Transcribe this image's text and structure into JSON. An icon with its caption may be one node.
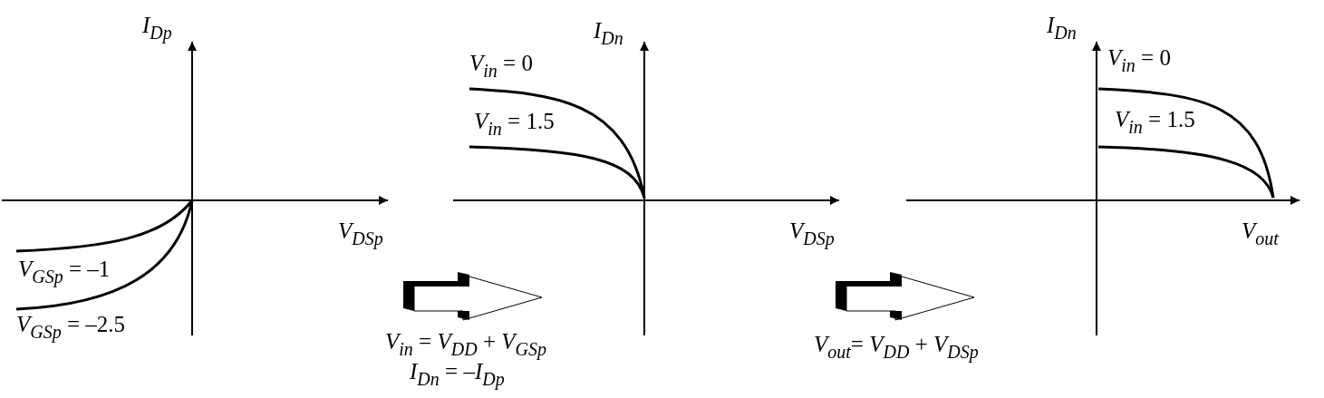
{
  "diagram": {
    "labels": [
      "*I*$_{Dp}$",
      "*V*$_{DSp}$",
      "*V*$_{GSp}$ = –1",
      "*V*$_{GSp}$ = –2.5",
      "*I*$_{Dn}$",
      "*V*$_{in}$ = 0",
      "*V*$_{in}$ = 1.5",
      "*V*$_{DSp}$",
      "*V*$_{in}$ = *V*$_{DD}$ + *V*$_{GSp}$",
      "*I*$_{Dn}$ = –*I*$_{Dp}$",
      "*I*$_{Dn}$",
      "*V*$_{in}$ = 0",
      "*V*$_{in}$ = 1.5",
      "*V*$_{out}$",
      "*V*$_{out}$= *V*$_{DD}$ + *V*$_{DSp}$"
    ]
  }
}
